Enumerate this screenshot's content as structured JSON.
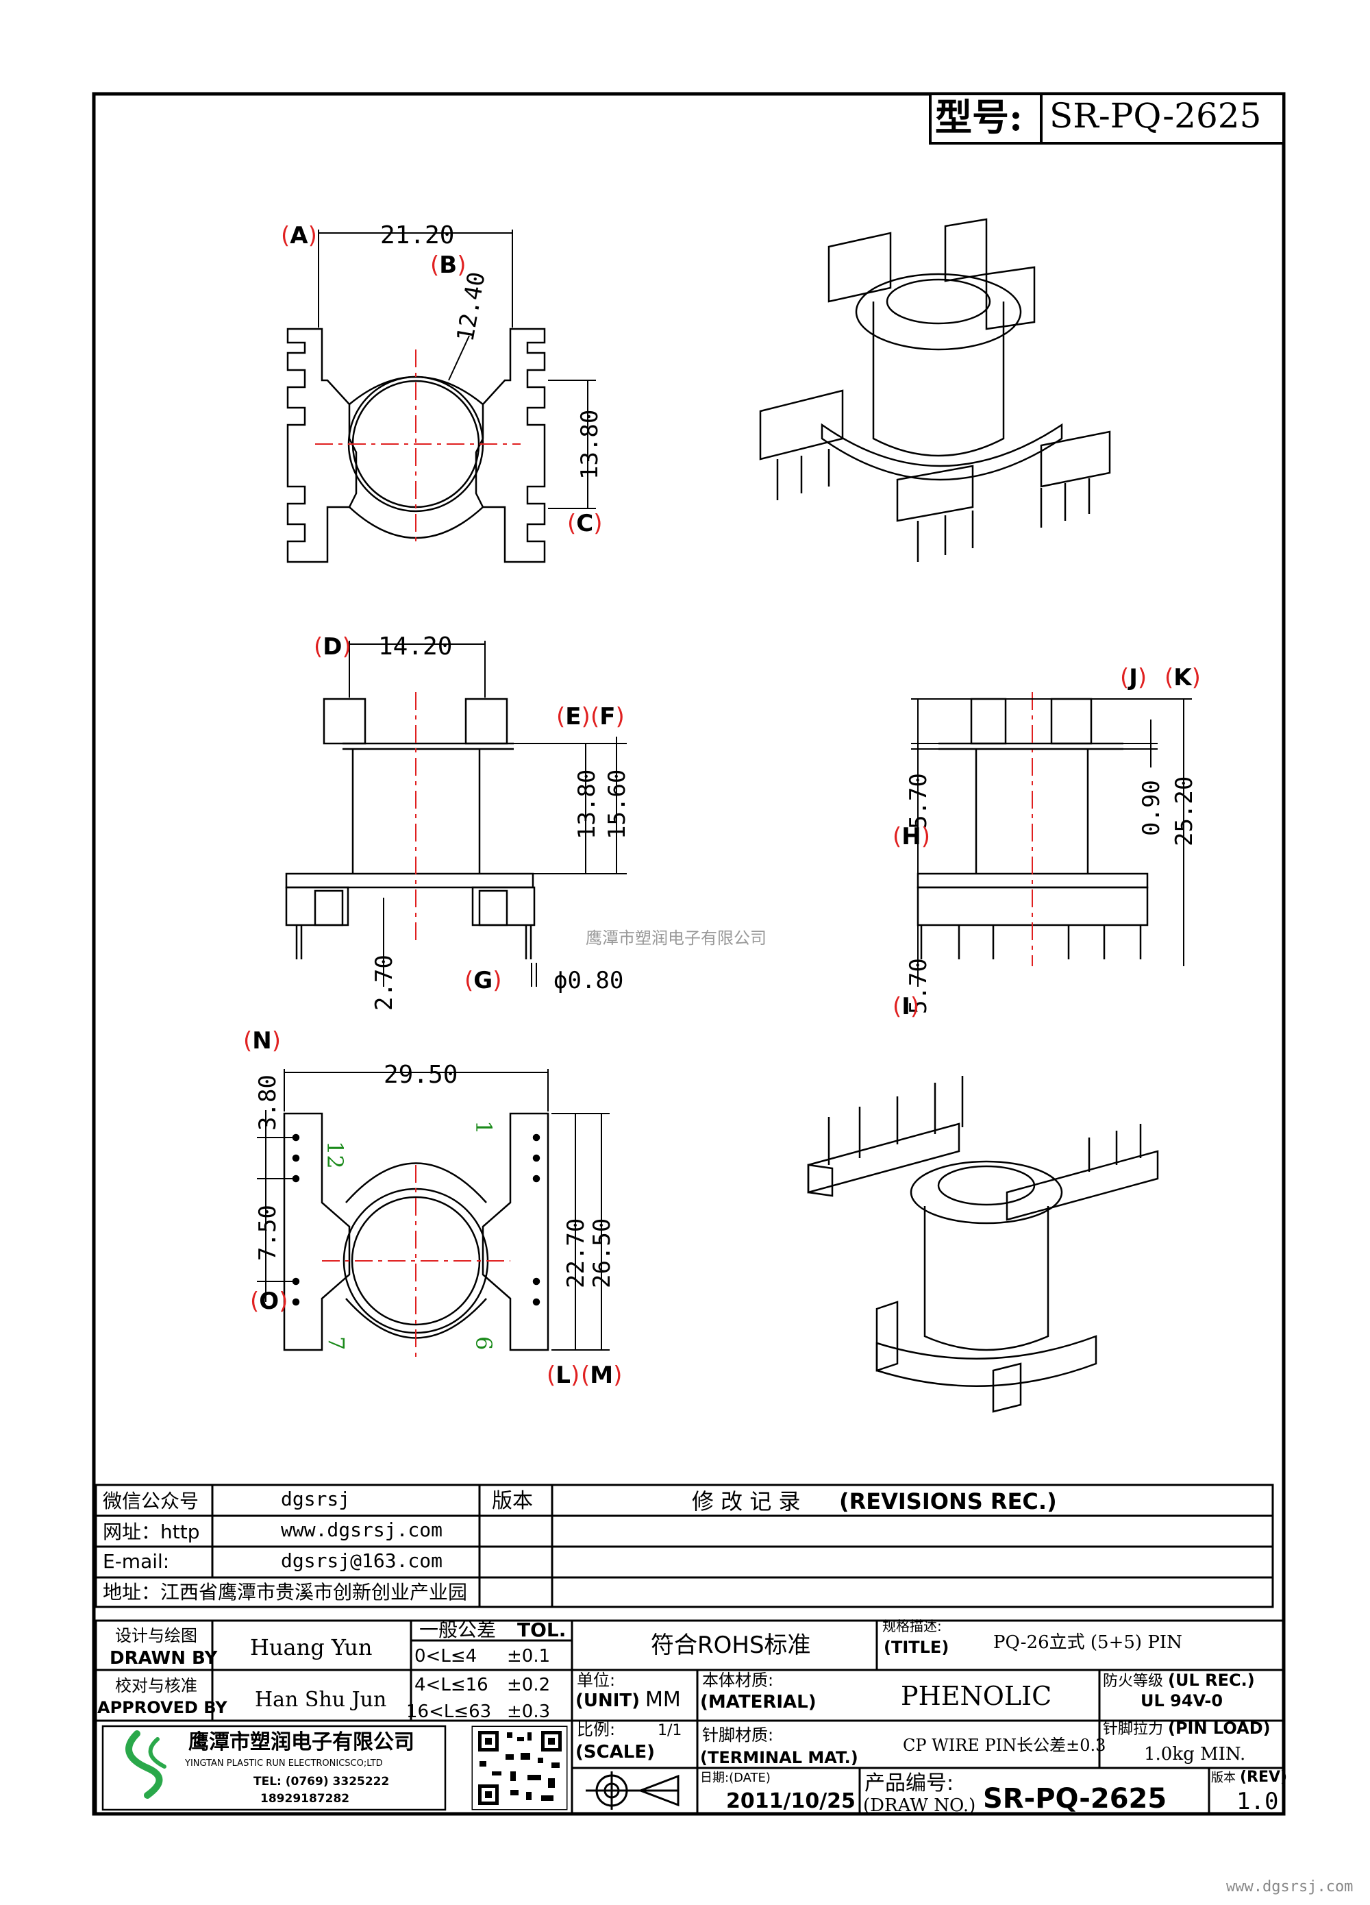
{
  "title_block": {
    "model_label": "型号:",
    "model_value": "SR-PQ-2625"
  },
  "dimensions": {
    "d_21_20": "21.20",
    "d_12_40": "12.40",
    "d_13_80_top": "13.80",
    "d_14_20": "14.20",
    "d_13_80_side": "13.80",
    "d_15_60": "15.60",
    "d_2_70": "2.70",
    "d_0_80": "ϕ0.80",
    "d_5_70_a": "5.70",
    "d_0_90": "0.90",
    "d_25_20": "25.20",
    "d_5_70_b": "5.70",
    "d_29_50": "29.50",
    "d_3_80": "3.80",
    "d_7_50": "7.50",
    "d_22_70": "22.70",
    "d_26_50": "26.50"
  },
  "markers": {
    "A": "A",
    "B": "B",
    "C": "C",
    "D": "D",
    "E": "E",
    "F": "F",
    "G": "G",
    "H": "H",
    "I": "I",
    "J": "J",
    "K": "K",
    "L": "L",
    "M": "M",
    "N": "N",
    "O": "O"
  },
  "pin_labels": {
    "p12": "12",
    "p1": "1",
    "p7": "7",
    "p6": "6"
  },
  "watermark": "鹰潭市塑润电子有限公司",
  "contact_table": {
    "rows": [
      {
        "label": "微信公众号",
        "value": "dgsrsj"
      },
      {
        "label": "网址：http",
        "value": "www.dgsrsj.com"
      },
      {
        "label": "E-mail:",
        "value": "dgsrsj@163.com"
      }
    ],
    "address": "地址：江西省鹰潭市贵溪市创新创业产业园",
    "version_header": "版本",
    "revisions_cn": "修 改 记 录",
    "revisions_en": "(REVISIONS REC.)"
  },
  "title_table": {
    "design_cn": "设计与绘图",
    "design_en": "DRAWN BY",
    "designer": "Huang Yun",
    "approve_cn": "校对与核准",
    "approve_en": "APPROVED BY",
    "approver": "Han Shu Jun",
    "tol_cn": "一般公差",
    "tol_en": "TOL.",
    "tol_rows": [
      {
        "range": "0<L≤4",
        "tol": "±0.1"
      },
      {
        "range": "4<L≤16",
        "tol": "±0.2"
      },
      {
        "range": "16<L≤63",
        "tol": "±0.3"
      }
    ],
    "rohs": "符合ROHS标准",
    "spec_cn": "规格描述:",
    "spec_en": "(TITLE)",
    "spec_value": "PQ-26立式 (5+5) PIN",
    "fire_cn": "防火等级",
    "fire_en": "(UL REC.)",
    "fire_value": "UL 94V-0",
    "unit_cn": "单位:",
    "unit_en": "(UNIT)",
    "unit_value": "MM",
    "material_cn": "本体材质:",
    "material_en": "(MATERIAL)",
    "material_value": "PHENOLIC",
    "pinload_cn": "针脚拉力",
    "pinload_en": "(PIN LOAD)",
    "pinload_value": "1.0kg MIN.",
    "scale_cn": "比例:",
    "scale_en": "(SCALE)",
    "scale_value": "1/1",
    "terminal_cn": "针脚材质:",
    "terminal_en": "(TERMINAL MAT.)",
    "terminal_value": "CP WIRE  PIN长公差±0.3",
    "date_cn": "日期:(DATE)",
    "date_value": "2011/10/25",
    "drawno_cn": "产品编号:",
    "drawno_en": "(DRAW NO.)",
    "drawno_value": "SR-PQ-2625",
    "rev_cn": "版本",
    "rev_en": "(REV)",
    "rev_value": "1.0",
    "company_cn": "鹰潭市塑润电子有限公司",
    "company_en": "YINGTAN PLASTIC RUN ELECTRONICSCO;LTD",
    "tel": "TEL: (0769) 3325222",
    "mobile": "18929187282"
  },
  "footer_url": "www.dgsrsj.com",
  "colors": {
    "center_line": "#e02020",
    "pin_label": "#1a8a1a",
    "logo_green": "#2aa84a"
  }
}
